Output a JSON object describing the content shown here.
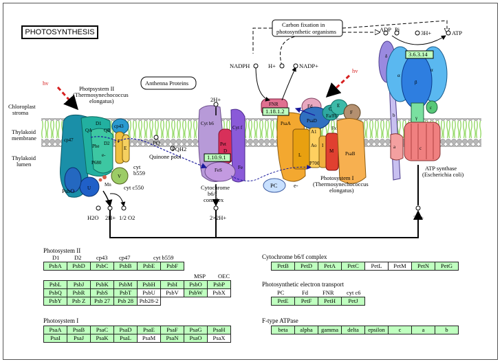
{
  "map": {
    "title": "PHOTOSYNTHESIS",
    "labels": {
      "hv_left": "hv",
      "hv_right": "hv",
      "ps2_title_1": "Photpsystem II",
      "ps2_title_2": "(Thermosynechococcus",
      "ps2_title_3": "elongatus)",
      "chloroplast_1": "Chloroplast",
      "chloroplast_2": "stroma",
      "thylakoid_mem_1": "Thylakoid",
      "thylakoid_mem_2": "membrane",
      "thylakoid_lumen_1": "Thylakoid",
      "thylakoid_lumen_2": "lumen",
      "antenna": "Anthenna Proteins",
      "carbon_1": "Carbon fixation in",
      "carbon_2": "photosynthetic organisms",
      "nadph": "NADPH",
      "hplus": "H+",
      "nadp": "NADP+",
      "adp": "ADP",
      "pi": "Pi",
      "three_h_top": "3H+",
      "atp": "ATP",
      "two_h_top": "2H+",
      "pq": "PQ",
      "pqh2": "PQH2",
      "quinone_pool": "Quinone pool",
      "cytb6_1": "Cytochrome",
      "cytb6_2": "b6/f",
      "cytb6_3": "complex",
      "ps1_title_1": "Photosystem I",
      "ps1_title_2": "(Thermosynechococcus",
      "ps1_title_3": "elongatus)",
      "atp_syn_1": "ATP synthase",
      "atp_syn_2": "(Escherichia coli)",
      "h2o": "H2O",
      "two_h_bottom": "2H+",
      "half_o2": "1/2 O2",
      "two_x_2h": "2×2H+",
      "three_h_bottom": "3H+",
      "pc": "PC",
      "e_minus": "e-",
      "psbo": "PsbO",
      "cytc550": "cyt c550",
      "cytb559_1": "cyt",
      "cytb559_2": "b559",
      "ec_fnr": "1.18.1.2",
      "ec_cytb6": "1.10.9.1",
      "ec_atp": "3.6.3.14"
    },
    "subunits": {
      "cp47": "cp47",
      "cp43": "cp43",
      "d1": "D1",
      "d2": "D2",
      "qa": "QA",
      "qb": "QB",
      "phe": "Phe",
      "p680": "P680",
      "mn": "Mn",
      "u": "U",
      "v": "V",
      "f": "F",
      "e": "E",
      "e_minus_small": "e-",
      "cytb6": "Cyt b6",
      "pet": "Pet",
      "petd": "D",
      "cytf": "Cyt f",
      "fes": "FeS",
      "fe": "Fe",
      "fnr": "FNR",
      "fd": "Fd",
      "fafb": "Fa/Fb",
      "fx": "Fx",
      "psad": "PsaD",
      "psaa": "PsaA",
      "psab": "PsaB",
      "c": "C",
      "e2": "E",
      "f2": "F",
      "a1": "A1",
      "a0": "Ao",
      "p700": "P700",
      "l": "L",
      "i": "I",
      "m": "M",
      "delta": "δ",
      "alpha1": "α",
      "alpha2": "α",
      "beta": "β",
      "gamma": "γ",
      "epsilon": "ε",
      "b": "b",
      "a": "a",
      "c2": "c"
    }
  },
  "legend": {
    "photosystem2": {
      "title": "Photosystem II",
      "headers": [
        "D1",
        "D2",
        "cp43",
        "cp47",
        "cyt b559"
      ],
      "row1": [
        "PsbA",
        "PsbD",
        "PsbC",
        "PsbB",
        "PsbE",
        "PsbF"
      ],
      "headers2": [
        "MSP",
        "OEC"
      ],
      "grid": [
        [
          "PsbL",
          "PsbJ",
          "PsbK",
          "PsbM",
          "PsbH",
          "PsbI",
          "PsbO",
          "PsbP"
        ],
        [
          "PsbQ",
          "PsbR",
          "PsbS",
          "PsbT",
          "PsbU",
          "PsbV",
          "PsbW",
          "PsbX"
        ],
        [
          "PsbY",
          "Psb Z",
          "Psb 27",
          "Psb 28",
          "Psb28-2"
        ]
      ]
    },
    "photosystem1": {
      "title": "Photosystem I",
      "grid": [
        [
          "PsaA",
          "PsaB",
          "PsaC",
          "PsaD",
          "PsaE",
          "PsaF",
          "PsaG",
          "PsaH"
        ],
        [
          "PsaI",
          "PsaJ",
          "PsaK",
          "PsaL",
          "PsaM",
          "PsaN",
          "PsaO",
          "PsaX"
        ]
      ]
    },
    "cytb6f": {
      "title": "Cytochrome b6/f complex",
      "row": [
        "PetB",
        "PetD",
        "PetA",
        "PetC",
        "PetL",
        "PetM",
        "PetN",
        "PetG"
      ]
    },
    "pet": {
      "title": "Photosynthetic electron transport",
      "headers": [
        "PC",
        "Fd",
        "FNR",
        "cyt c6"
      ],
      "row": [
        "PetE",
        "PetF",
        "PetH",
        "PetJ"
      ]
    },
    "atpase": {
      "title": "F-type ATPase",
      "row": [
        "beta",
        "alpha",
        "gamma",
        "delta",
        "epsilon",
        "c",
        "a",
        "b"
      ]
    }
  }
}
